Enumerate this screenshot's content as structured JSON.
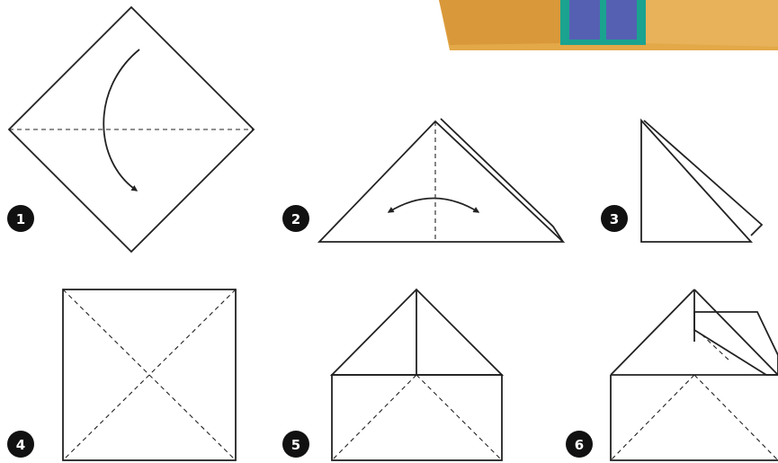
{
  "steps": [
    {
      "number": "1"
    },
    {
      "number": "2"
    },
    {
      "number": "3"
    },
    {
      "number": "4"
    },
    {
      "number": "5"
    },
    {
      "number": "6"
    }
  ],
  "colors": {
    "line": "#222222",
    "badge": "#111111",
    "photo_paper": "#e3a848",
    "photo_border": "#1aa38f",
    "photo_window": "#5560b3"
  }
}
